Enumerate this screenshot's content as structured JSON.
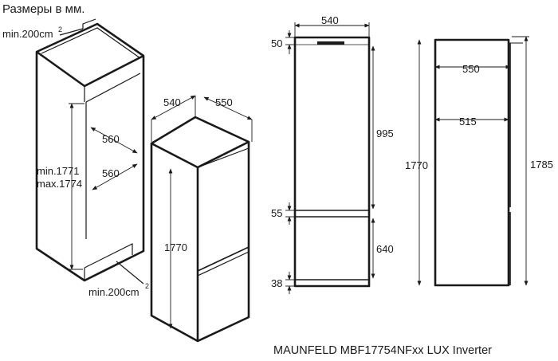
{
  "header": {
    "title": "Размеры в мм."
  },
  "footer": {
    "model": "MAUNFELD MBF17754NFxx LUX Inverter"
  },
  "cabinet": {
    "vent_top": "min.200cm",
    "vent_bottom": "min.200cm",
    "vent_exp": "2",
    "niche_height_min": "min.1771",
    "niche_height_max": "max.1774",
    "niche_depth": "560",
    "niche_width": "560"
  },
  "fridge_iso": {
    "width": "540",
    "depth": "550",
    "height": "1770"
  },
  "front_view": {
    "width": "540",
    "top_gap": "50",
    "upper_door": "995",
    "mid_gap": "55",
    "lower_door": "640",
    "bottom_gap": "38",
    "total_height": "1770"
  },
  "side_view": {
    "depth": "550",
    "inner_depth": "515",
    "total_height": "1785"
  }
}
